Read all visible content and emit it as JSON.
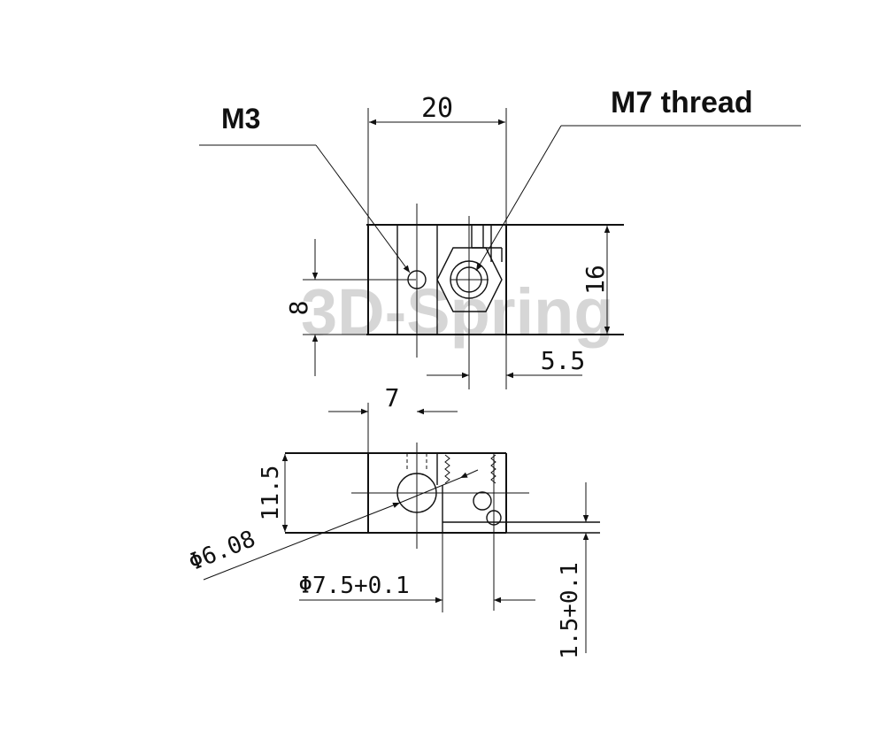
{
  "watermark": "3D-Spring",
  "labels": {
    "m3": "M3",
    "m7": "M7 thread"
  },
  "dimensions": {
    "width_20": "20",
    "height_16": "16",
    "height_8": "8",
    "offset_5_5": "5.5",
    "width_7": "7",
    "height_11_5": "11.5",
    "dia_6_08": "Φ6.08",
    "dia_7_5": "Φ7.5+0.1",
    "depth_1_5": "1.5+0.1"
  }
}
